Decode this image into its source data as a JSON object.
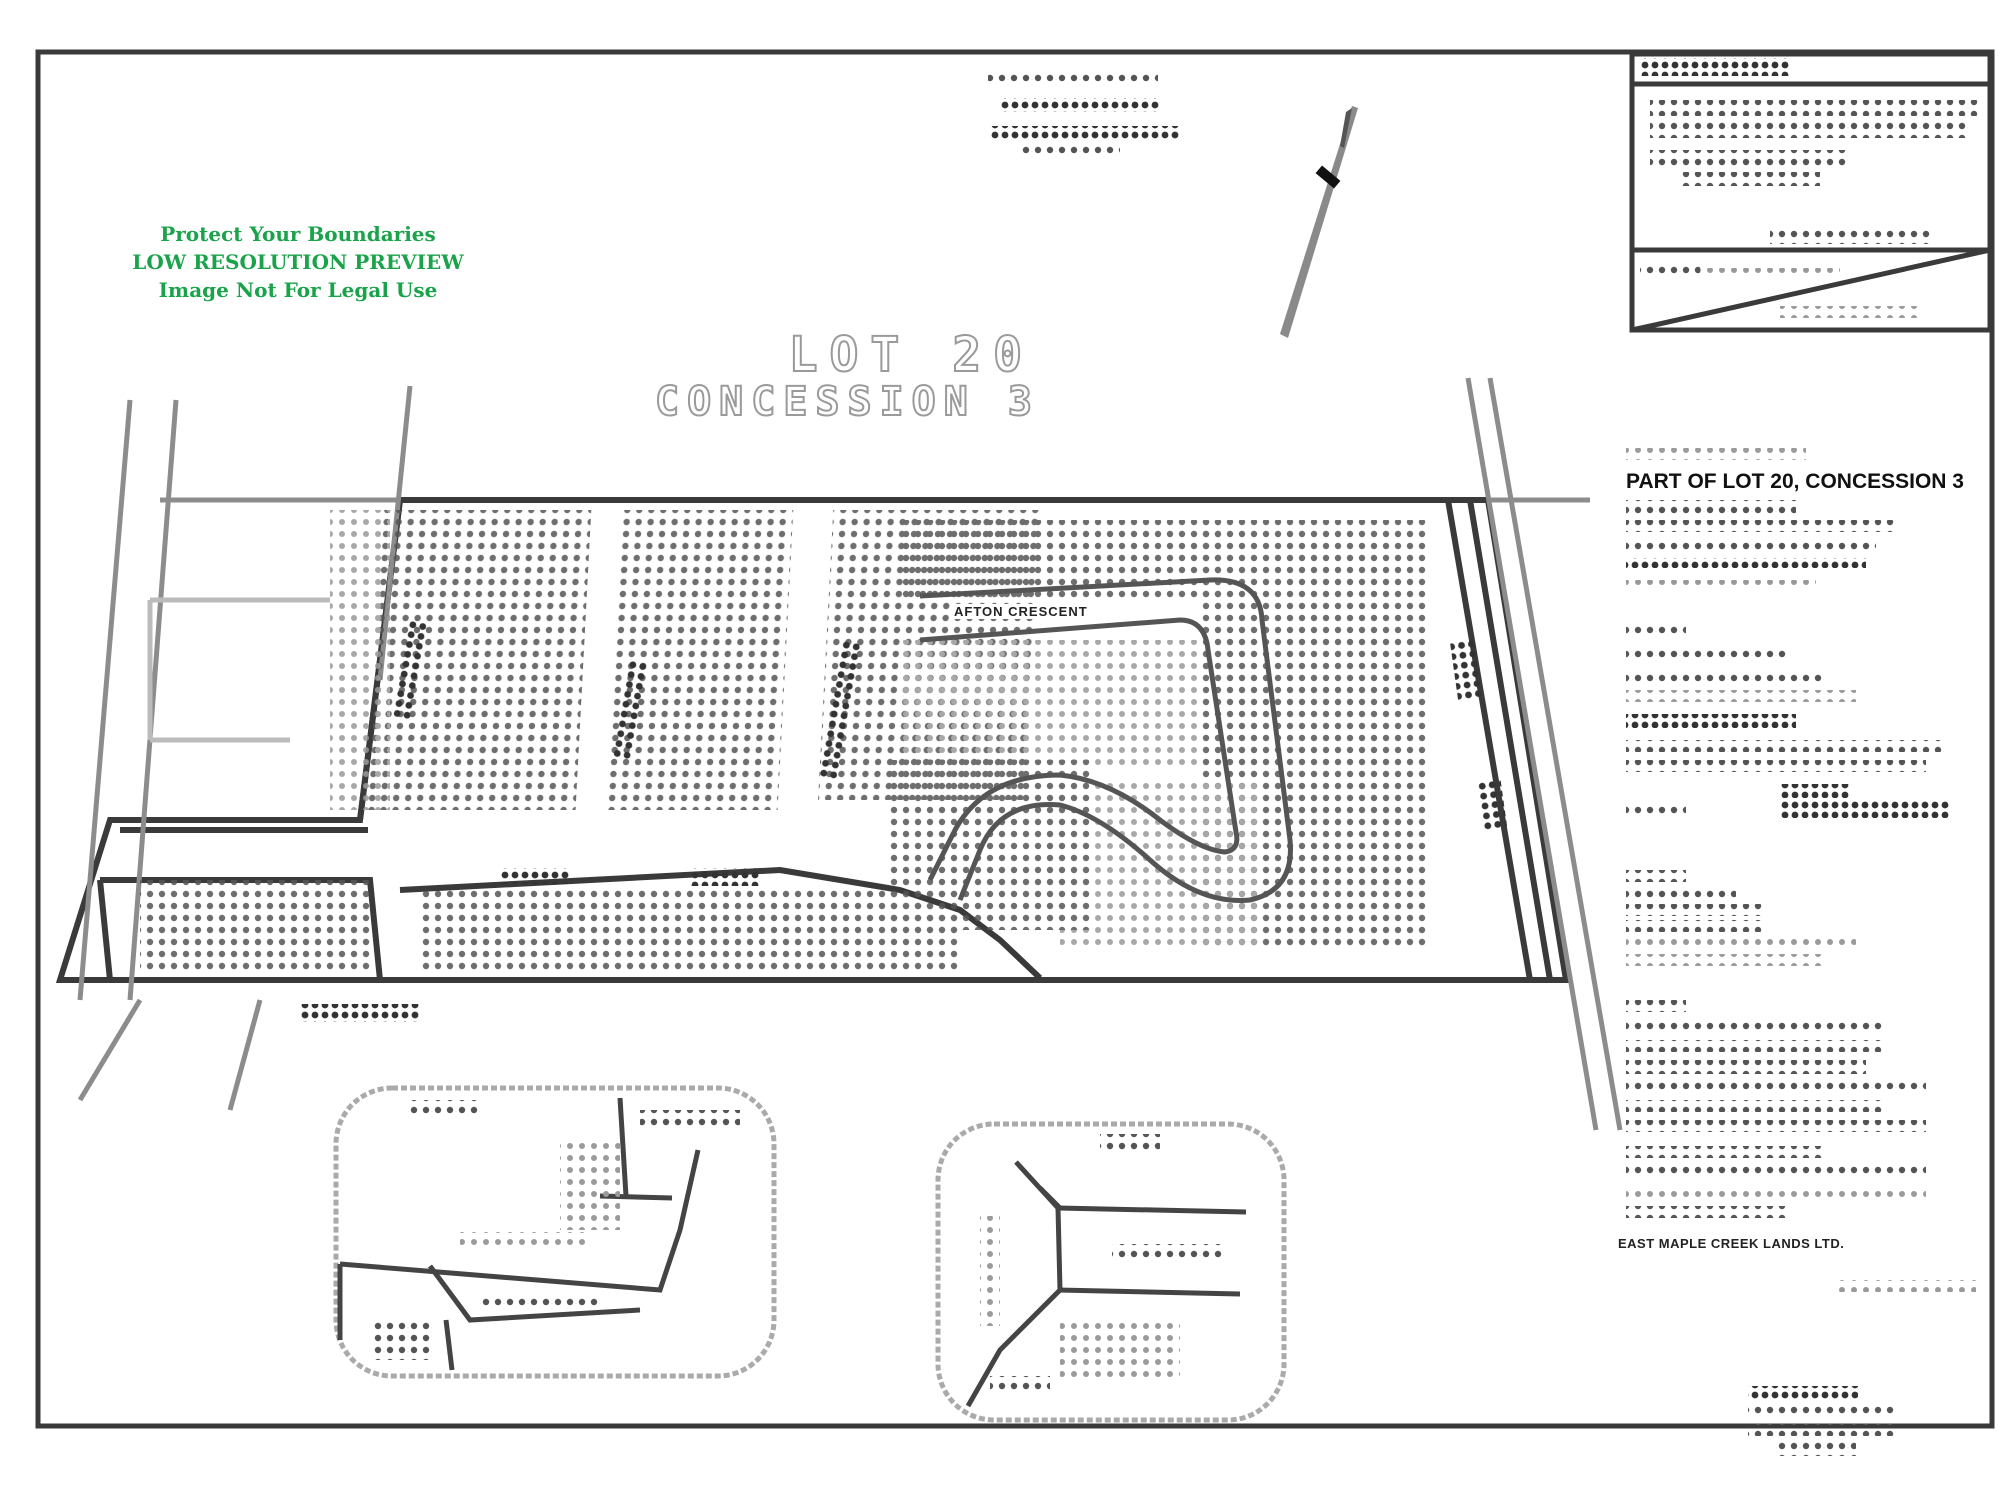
{
  "watermark": {
    "line1": "Protect Your Boundaries",
    "line2": "LOW RESOLUTION PREVIEW",
    "line3": "Image Not For Legal Use"
  },
  "plan": {
    "lot_label": "LOT 20",
    "concession_label": "CONCESSION 3",
    "street_crescent": "AFTON CRESCENT",
    "title_heading": "PART OF LOT 20, CONCESSION 3",
    "company": "EAST MAPLE CREEK LANDS LTD."
  },
  "colors": {
    "linework": "#3a3a3a",
    "watermark": "#1aa34a",
    "background": "#ffffff"
  }
}
